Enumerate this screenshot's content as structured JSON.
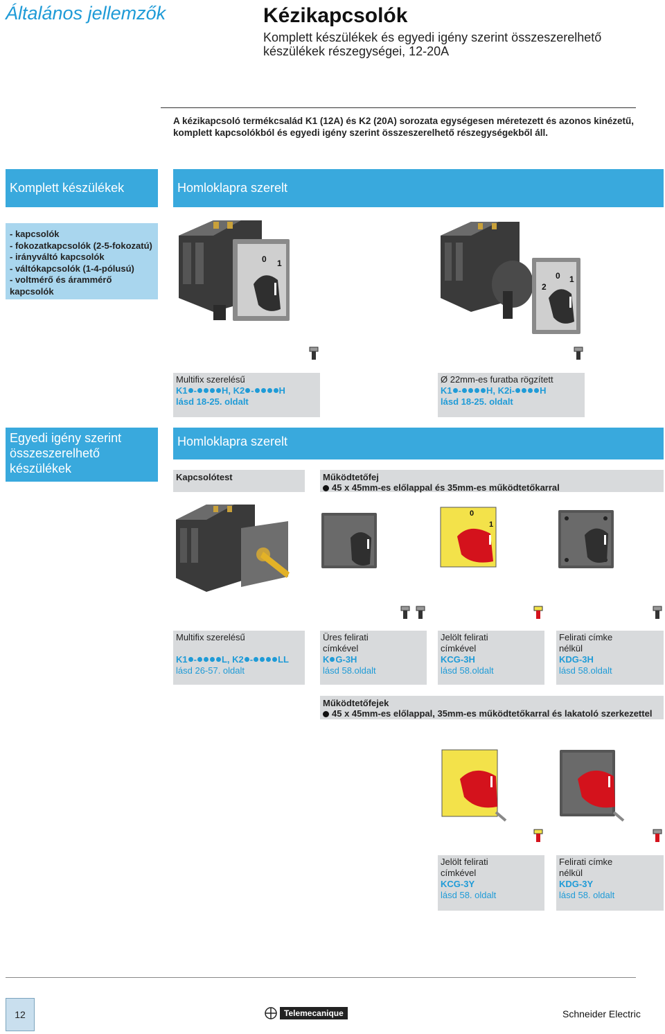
{
  "header": {
    "section_title": "Általános jellemzők",
    "title": "Kézikapcsolók",
    "subtitle": "Komplett készülékek és egyedi igény szerint összeszerelhető készülékek részegységei, 12-20A"
  },
  "intro": "A kézikapcsoló termékcsalád K1 (12A) és K2 (20A) sorozata egységesen méretezett és azonos kinézetű, komplett kapcsolókból és egyedi igény szerint összeszerelhető részegységekből áll.",
  "complete": {
    "heading": "Komplett készülékek",
    "subheading": "Homloklapra szerelt",
    "list": [
      "- kapcsolók",
      "- fokozatkapcsolók (2-5-fokozatú)",
      "- irányváltó kapcsolók",
      "- váltókapcsolók (1-4-pólusú)",
      "- voltmérő és árammérő",
      "kapcsolók"
    ],
    "product1": {
      "dial_0": "0",
      "dial_1": "1",
      "label": "Multifix szerelésű",
      "ref_a": "K1",
      "ref_b": "-",
      "ref_c": "H, K2",
      "ref_d": "-",
      "ref_e": "H",
      "see": "lásd 18-25. oldalt"
    },
    "product2": {
      "dial_0": "0",
      "dial_1": "1",
      "dial_2": "2",
      "label": "Ø 22mm-es furatba rögzített",
      "ref_a": "K1",
      "ref_b": "-",
      "ref_c": "H, K2i-",
      "ref_e": "H",
      "see": "lásd 18-25. oldalt"
    }
  },
  "custom": {
    "heading": "Egyedi igény szerint összeszerelhető készülékek",
    "subheading": "Homloklapra szerelt",
    "body_bar": "Kapcsolótest",
    "operator_bar_title": "Működtetőfej",
    "operator_bar_text": "45 x 45mm-es előlappal és 35mm-es működtetőkarral",
    "op_dial_0": "0",
    "op_dial_1": "1",
    "body_box": {
      "label": "Multifix szerelésű",
      "ref_a": "K1",
      "ref_b": "-",
      "ref_c": "L, K2",
      "ref_d": "-",
      "ref_e": "LL",
      "see": "lásd 26-57. oldalt"
    },
    "op1": {
      "line1": "Üres felirati",
      "line2": "címkével",
      "ref_a": "K",
      "ref_b": "G-3H",
      "see": "lásd 58.oldalt"
    },
    "op2": {
      "line1": "Jelölt felirati",
      "line2": "címkével",
      "ref": "KCG-3H",
      "see": "lásd 58.oldalt"
    },
    "op3": {
      "line1": "Felirati címke",
      "line2": "nélkül",
      "ref": "KDG-3H",
      "see": "lásd 58.oldalt"
    },
    "lock_bar_title": "Működtetőfejek",
    "lock_bar_text": "45 x 45mm-es előlappal, 35mm-es működtetőkarral és lakatoló szerkezettel",
    "lock1": {
      "line1": "Jelölt felirati",
      "line2": "címkével",
      "ref": "KCG-3Y",
      "see": "lásd 58. oldalt"
    },
    "lock2": {
      "line1": "Felirati címke",
      "line2": "nélkül",
      "ref": "KDG-3Y",
      "see": "lásd 58. oldalt"
    }
  },
  "footer": {
    "page": "12",
    "brand": "Telemecanique",
    "company": "Schneider Electric"
  },
  "colors": {
    "accent": "#39a9dd",
    "light_blue": "#a9d6ee",
    "gray_box": "#d8dadc",
    "red": "#d4121c",
    "yellow": "#f3e24a"
  }
}
